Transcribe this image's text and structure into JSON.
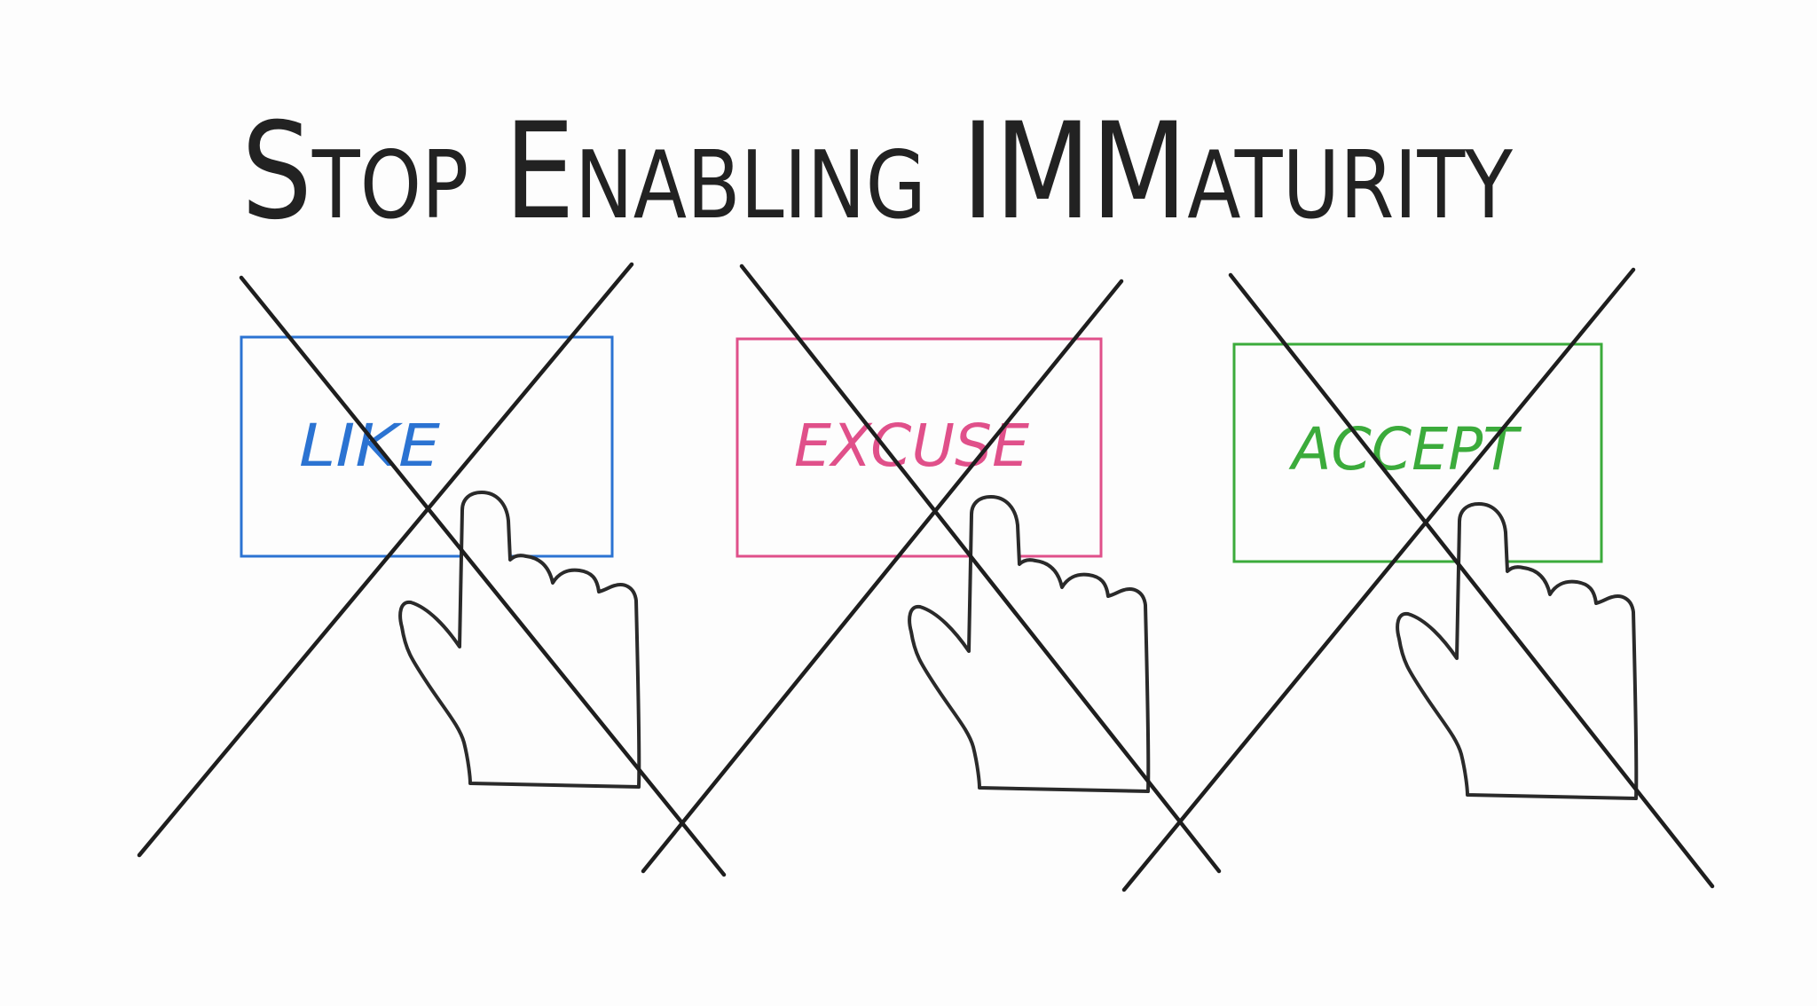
{
  "title": "Stop Enabling IMMaturity",
  "buttons": [
    {
      "label": "LIKE",
      "color": "#2b73d2"
    },
    {
      "label": "EXCUSE",
      "color": "#e0508a"
    },
    {
      "label": "ACCEPT",
      "color": "#3bab3b"
    }
  ],
  "icons": [
    "pointing-hand-icon",
    "cross-out-x-icon"
  ],
  "stroke_color": "#1e1e1e"
}
